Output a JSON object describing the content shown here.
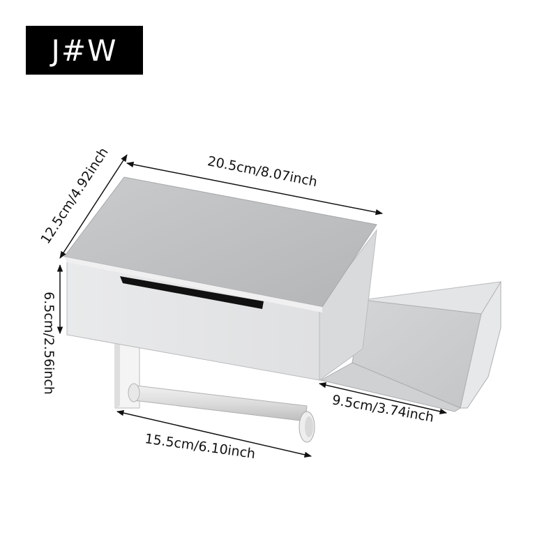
{
  "brand": {
    "label": "J#W"
  },
  "product": {
    "color": "#ffffff"
  },
  "dimensions": {
    "width": "20.5cm/8.07inch",
    "depth": "12.5cm/4.92inch",
    "height": "6.5cm/2.56inch",
    "shelf": "9.5cm/3.74inch",
    "rod": "15.5cm/6.10inch"
  }
}
